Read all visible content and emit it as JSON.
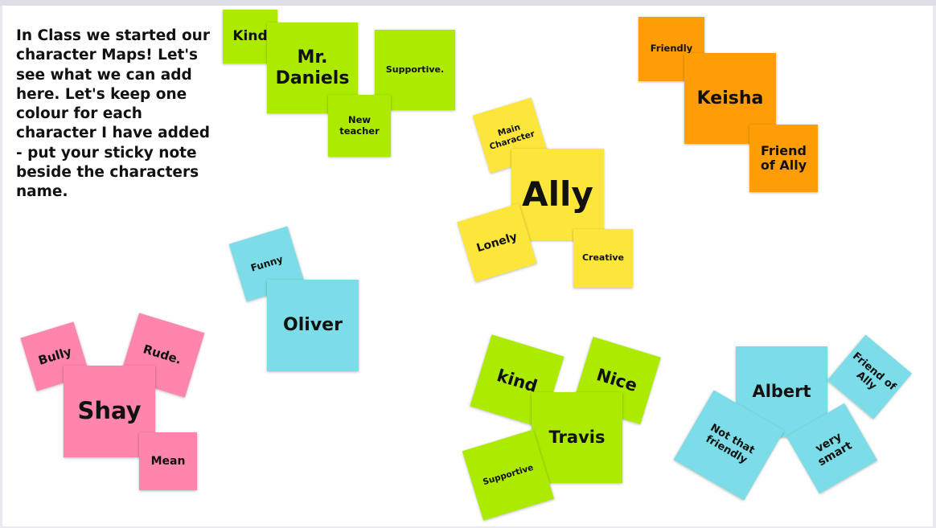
{
  "instructions": "In Class we started our character Maps! Let's see what we can add here. Let's keep one colour for each character I have added - put your sticky note beside the characters name.",
  "colors": {
    "green": "#acea00",
    "yellow": "#fde63c",
    "orange": "#fe9d05",
    "blue": "#7cdde8",
    "pink": "#fe85ab"
  },
  "notes": {
    "mr_daniels": {
      "name": "Mr. Daniels",
      "kind": "Kind",
      "supportive": "Supportive.",
      "new_teacher": "New teacher"
    },
    "keisha": {
      "name": "Keisha",
      "friendly": "Friendly",
      "friend_of_ally": "Friend of Ally"
    },
    "ally": {
      "name": "Ally",
      "main_character": "Main Character",
      "lonely": "Lonely",
      "creative": "Creative"
    },
    "oliver": {
      "name": "Oliver",
      "funny": "Funny"
    },
    "shay": {
      "name": "Shay",
      "bully": "Bully",
      "rude": "Rude.",
      "mean": "Mean"
    },
    "travis": {
      "name": "Travis",
      "kind": "kind",
      "nice": "Nice",
      "supportive": "Supportive"
    },
    "albert": {
      "name": "Albert",
      "friend_of_ally": "Friend of Ally",
      "not_that_friendly": "Not that friendly",
      "very_smart": "very smart"
    }
  }
}
